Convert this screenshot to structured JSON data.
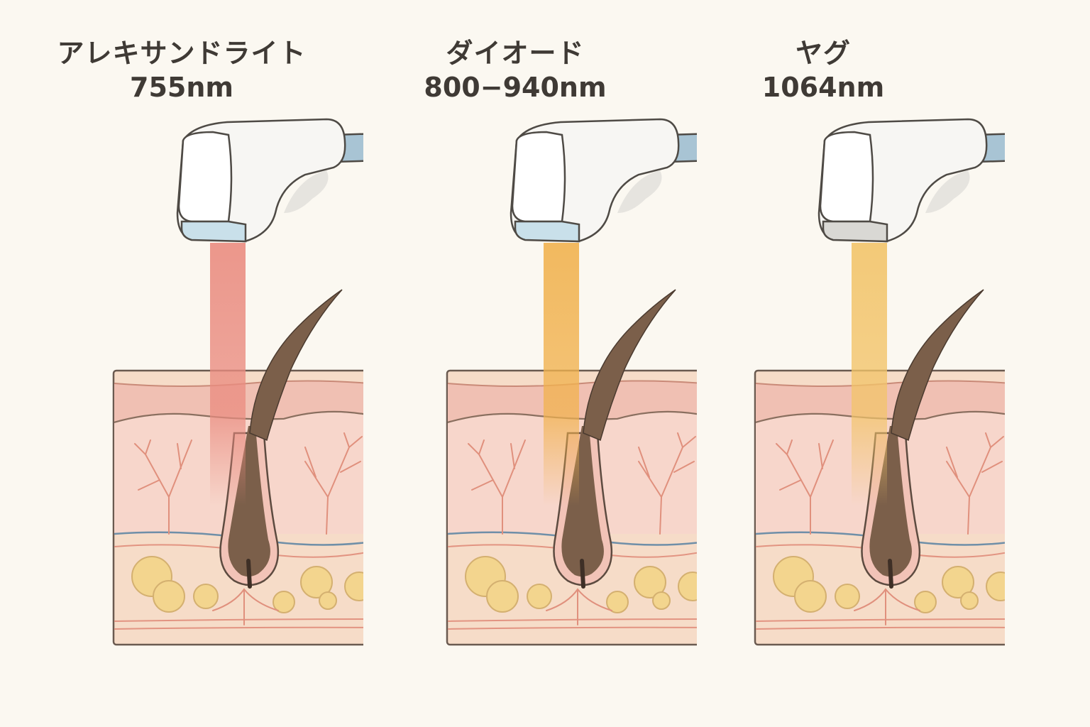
{
  "lasers": [
    {
      "name": "アレキサンドライト",
      "wavelength": "755nm",
      "beam_color": "#ea8c80",
      "tip_color": "#c9e0ea"
    },
    {
      "name": "ダイオード",
      "wavelength": "800−940nm",
      "beam_color": "#f1b24f",
      "tip_color": "#c9e0ea"
    },
    {
      "name": "ヤグ",
      "wavelength": "1064nm",
      "beam_color": "#f2c46a",
      "tip_color": "#d9d8d4"
    }
  ]
}
